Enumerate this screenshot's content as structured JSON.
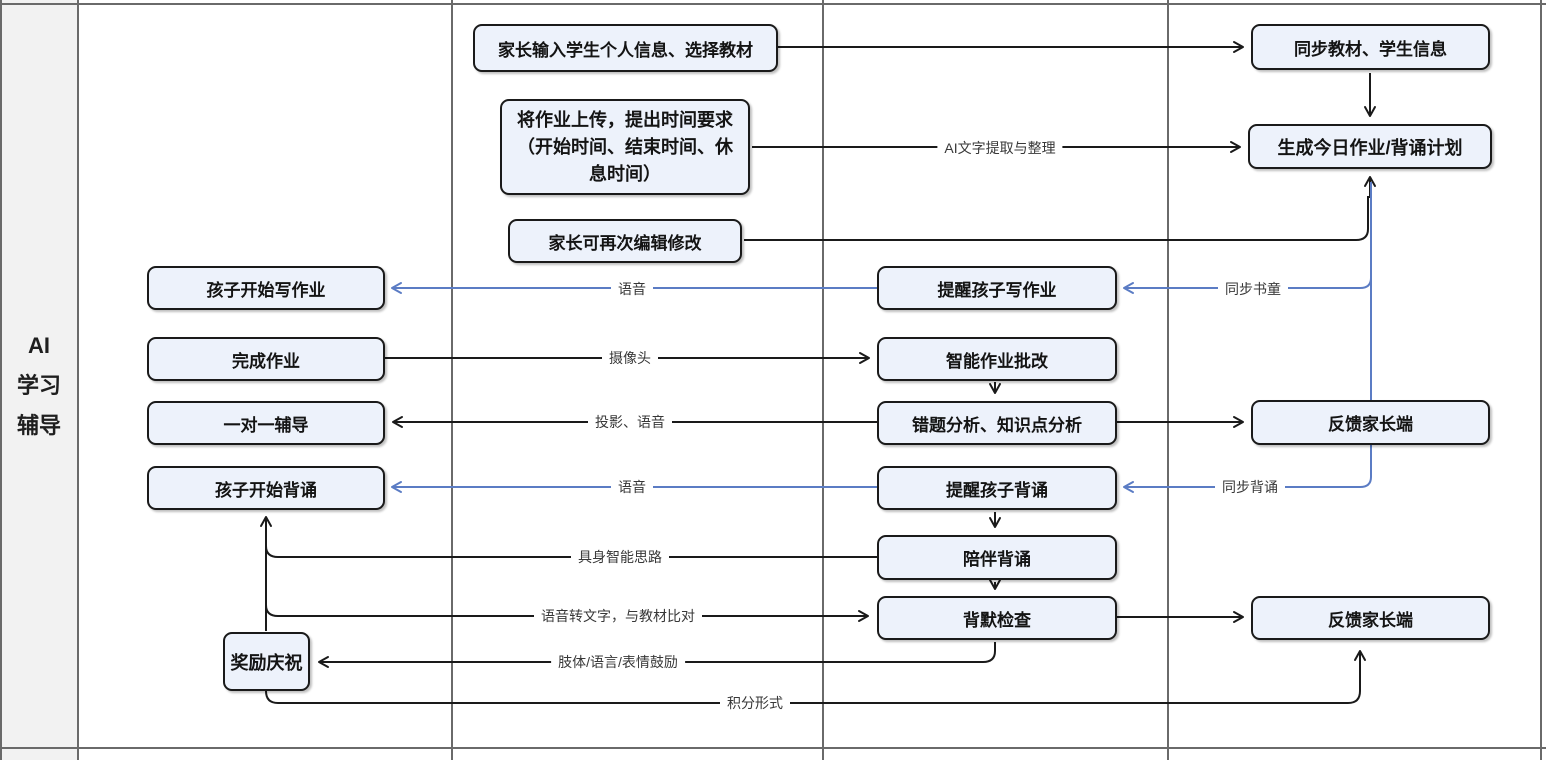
{
  "lane": {
    "title_line1": "AI",
    "title_line2": "学习",
    "title_line3": "辅导"
  },
  "nodes": {
    "parent_input": "家长输入学生个人信息、选择教材",
    "homework_upload": "将作业上传，提出时间要求\n（开始时间、结束时间、休\n息时间）",
    "parent_edit": "家长可再次编辑修改",
    "child_start_homework": "孩子开始写作业",
    "finish_homework": "完成作业",
    "one_on_one_tutoring": "一对一辅导",
    "child_start_recite": "孩子开始背诵",
    "remind_homework": "提醒孩子写作业",
    "smart_grading": "智能作业批改",
    "error_analysis": "错题分析、知识点分析",
    "remind_recite": "提醒孩子背诵",
    "accompany_recite": "陪伴背诵",
    "recite_check": "背默检查",
    "reward_celebrate": "奖励庆祝",
    "sync_textbook": "同步教材、学生信息",
    "generate_plan": "生成今日作业/背诵计划",
    "feedback_parent_1": "反馈家长端",
    "feedback_parent_2": "反馈家长端"
  },
  "edge_labels": {
    "ai_text_extract": "AI文字提取与整理",
    "sync_shutong": "同步书童",
    "voice_1": "语音",
    "camera": "摄像头",
    "projection_voice": "投影、语音",
    "voice_2": "语音",
    "sync_recite": "同步背诵",
    "embodied_ai": "具身智能思路",
    "voice_to_text": "语音转文字，与教材比对",
    "gesture_encourage": "肢体/语言/表情鼓励",
    "points_form": "积分形式"
  },
  "colors": {
    "node_fill": "#edf2fb",
    "node_border": "#1a1a1a",
    "edge_black": "#1a1a1a",
    "edge_blue": "#5b7cc4",
    "lane_line": "#6a6a6a",
    "lane_fill": "#f2f2f2"
  }
}
